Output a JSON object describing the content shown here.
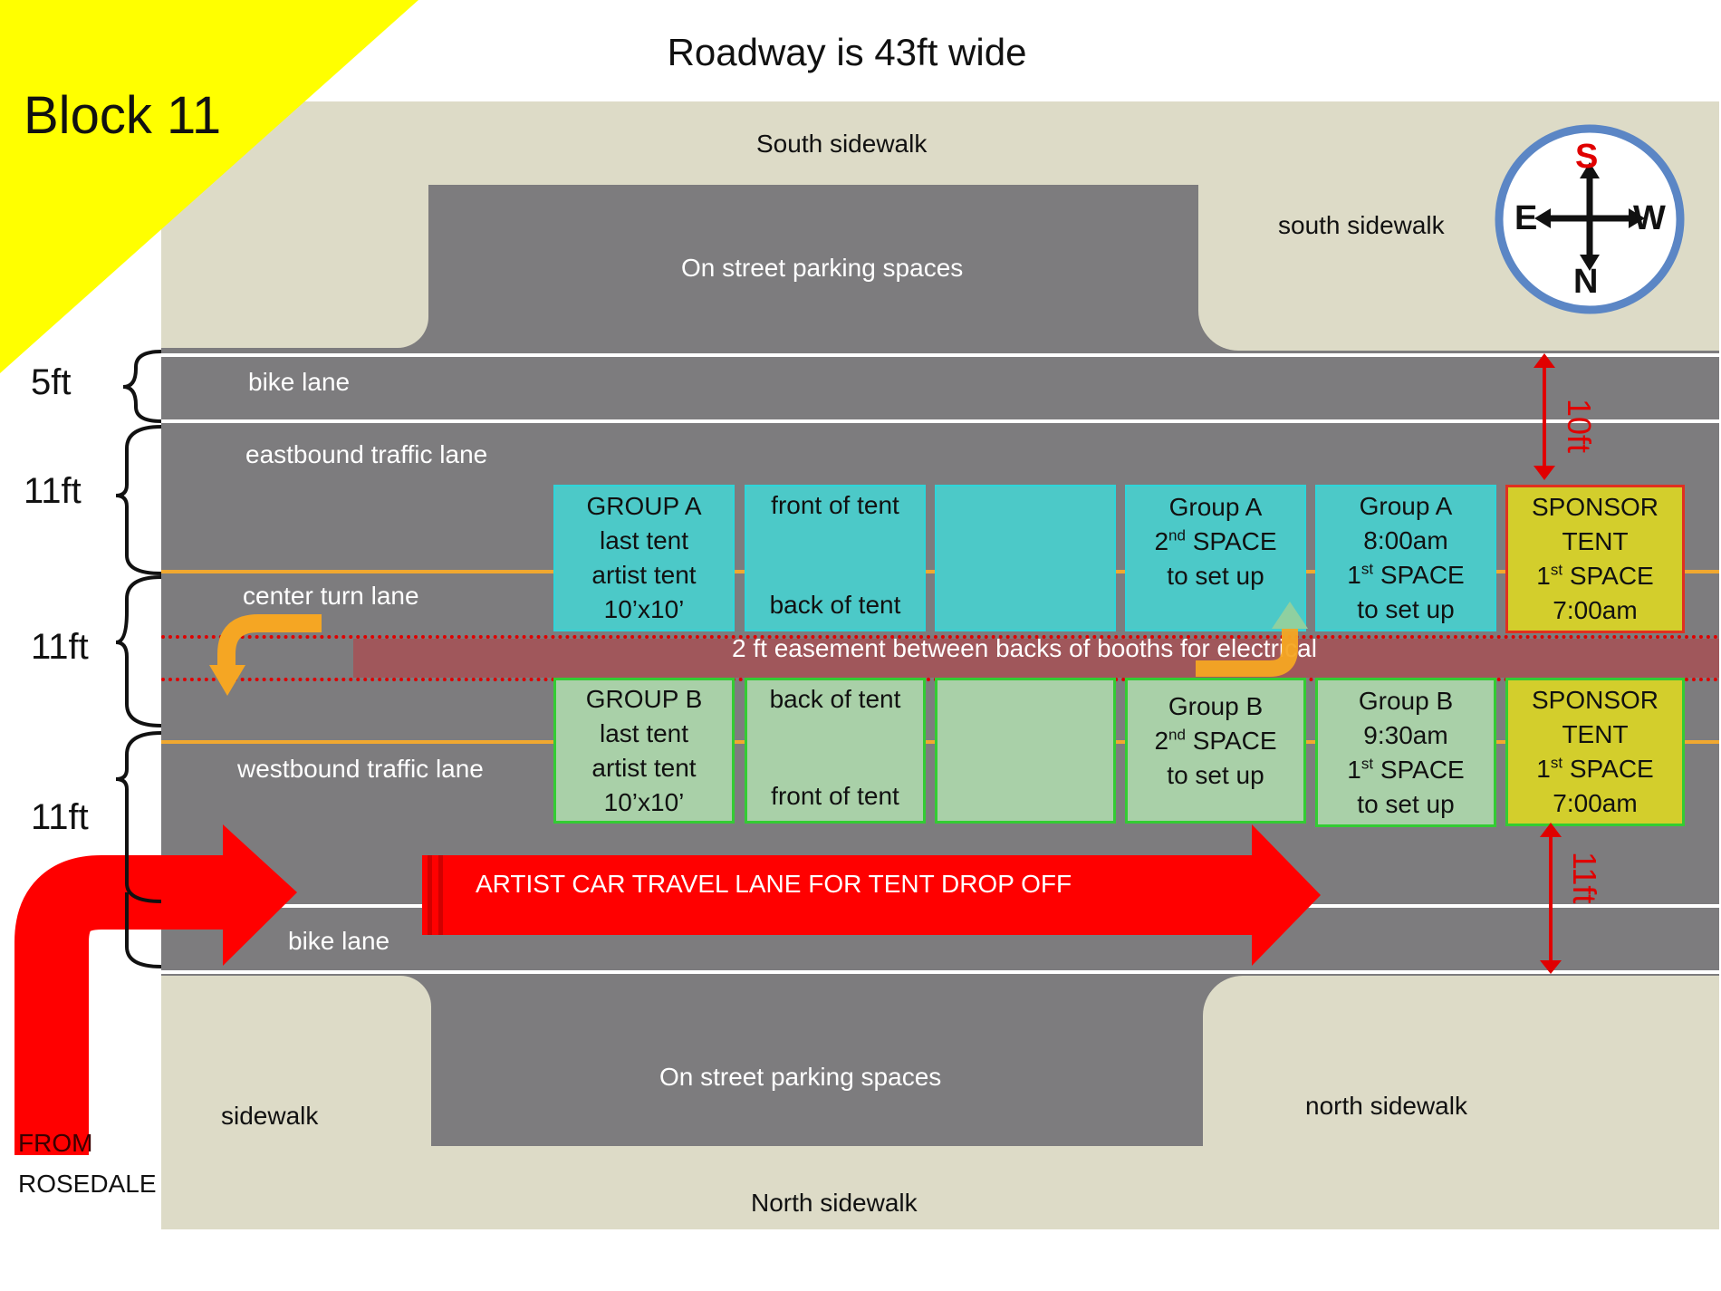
{
  "title": "Roadway is 43ft wide",
  "block_label": "Block 11",
  "top": {
    "south_sidewalk": "South sidewalk",
    "south_sidewalk_right": "south sidewalk",
    "parking": "On street parking spaces"
  },
  "bottom": {
    "sidewalk_left": "sidewalk",
    "parking": "On street parking spaces",
    "north_sidewalk_right": "north sidewalk",
    "north_sidewalk": "North sidewalk"
  },
  "lanes": {
    "bike_top": "bike lane",
    "eastbound": "eastbound traffic lane",
    "center": "center turn lane",
    "westbound": "westbound traffic lane",
    "bike_bottom": "bike lane"
  },
  "dimensions": {
    "d1": "5ft",
    "d2": "11ft",
    "d3": "11ft",
    "d4": "11ft",
    "right_top": "10ft",
    "right_bottom": "11ft"
  },
  "easement": "2 ft easement between backs of booths for electrical",
  "travel_lane": "ARTIST CAR TRAVEL LANE FOR TENT DROP OFF",
  "from_label": {
    "line1": "FROM",
    "line2": "ROSEDALE"
  },
  "compass": {
    "s": "S",
    "e": "E",
    "w": "W",
    "n": "N"
  },
  "row_a": {
    "c1": [
      "GROUP A",
      "last tent",
      "artist tent",
      "10’x10’"
    ],
    "c2_top": "front of tent",
    "c2_bottom": "back of tent",
    "c4": {
      "l1": "Group A",
      "l2_num": "2",
      "l2_sup": "nd",
      "l2_rest": " SPACE",
      "l3": "to set up"
    },
    "c5": {
      "l1": "Group A",
      "l2": "8:00am",
      "l3_num": "1",
      "l3_sup": "st",
      "l3_rest": " SPACE",
      "l4": "to set up"
    },
    "c6": {
      "l1": "SPONSOR",
      "l2": "TENT",
      "l3_num": "1",
      "l3_sup": "st",
      "l3_rest": " SPACE",
      "l4": "7:00am"
    }
  },
  "row_b": {
    "c1": [
      "GROUP B",
      "last tent",
      "artist tent",
      "10’x10’"
    ],
    "c2_top": "back of tent",
    "c2_bottom": "front of tent",
    "c4": {
      "l1": "Group B",
      "l2_num": "2",
      "l2_sup": "nd",
      "l2_rest": " SPACE",
      "l3": "to set up"
    },
    "c5": {
      "l1": "Group B",
      "l2": "9:30am",
      "l3_num": "1",
      "l3_sup": "st",
      "l3_rest": " SPACE",
      "l4": "to set up"
    },
    "c6": {
      "l1": "SPONSOR",
      "l2": "TENT",
      "l3_num": "1",
      "l3_sup": "st",
      "l3_rest": " SPACE",
      "l4": "7:00am"
    }
  },
  "colors": {
    "road": "#7d7c7e",
    "sidewalk": "#dddbc7",
    "group_a": "#4cc9c8",
    "group_b": "#a9d0a8",
    "sponsor": "#d3ce2c",
    "arrow_red": "#ff0000",
    "block_yellow": "#ffff00",
    "lane_stripe": "#f0a830"
  }
}
